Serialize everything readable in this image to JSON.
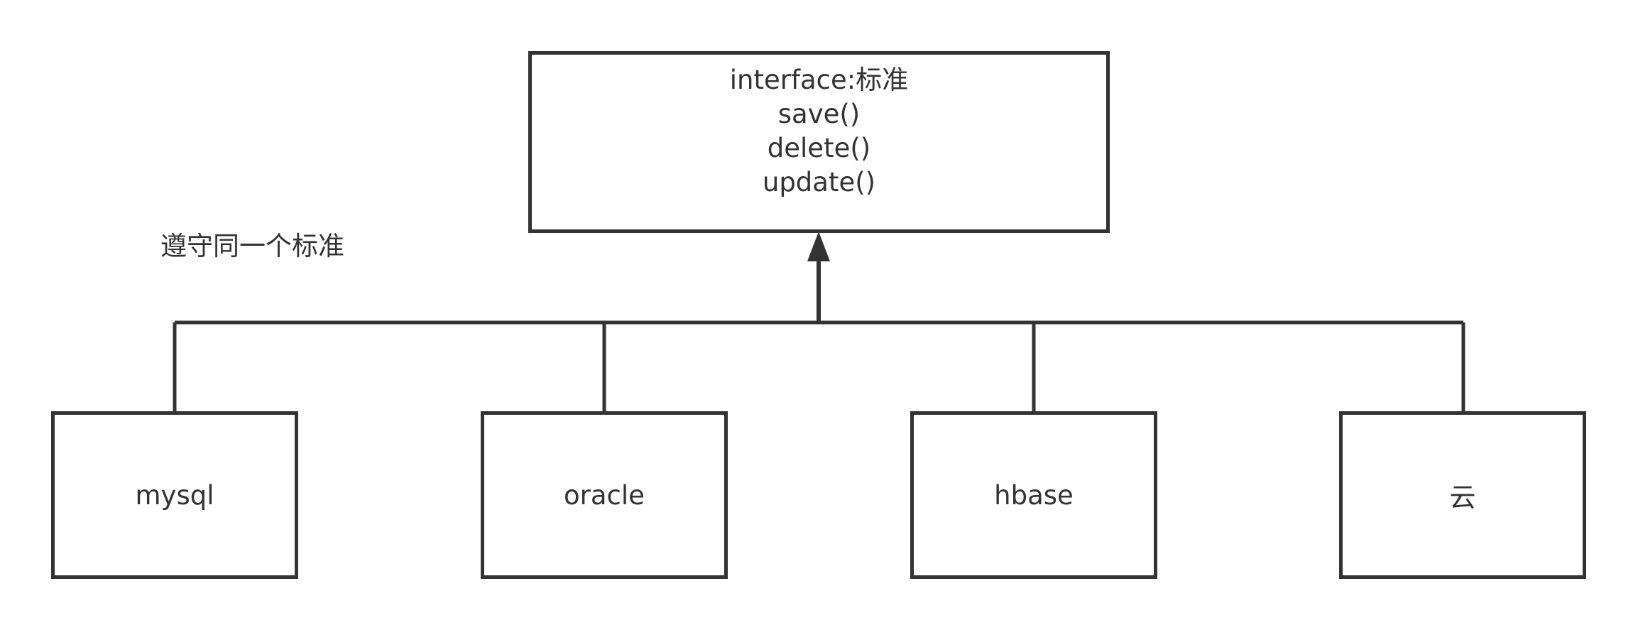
{
  "interface": {
    "lines": [
      "interface:标准",
      "save()",
      "delete()",
      "update()"
    ]
  },
  "caption": "遵守同一个标准",
  "implementations": [
    {
      "label": "mysql"
    },
    {
      "label": "oracle"
    },
    {
      "label": "hbase"
    },
    {
      "label": "云"
    }
  ],
  "colors": {
    "stroke": "#333333",
    "background": "#ffffff"
  }
}
